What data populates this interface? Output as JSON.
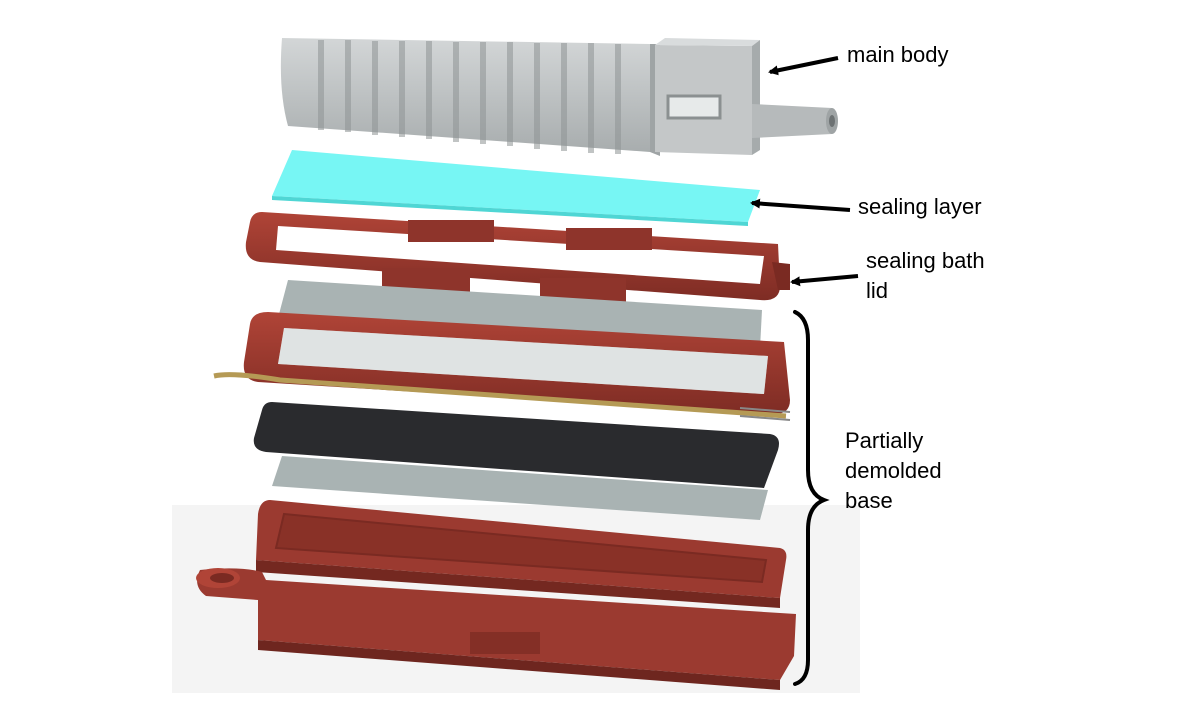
{
  "labels": {
    "main_body": "main body",
    "sealing_layer": "sealing layer",
    "sealing_bath_lid": [
      "sealing bath",
      "lid"
    ],
    "base": [
      "Partially",
      "demolded",
      "base"
    ]
  },
  "colors": {
    "main_body": "#b9bdbe",
    "sealing_layer": "#77f6f4",
    "red_part": "#9b3a30",
    "red_dark": "#7a2a22",
    "glass": "#a9b3b3",
    "electrode": "#2a2b2e",
    "wire": "#b59a55",
    "arrow": "#000000"
  },
  "icons": [
    "arrow-icon",
    "curly-brace-icon"
  ]
}
